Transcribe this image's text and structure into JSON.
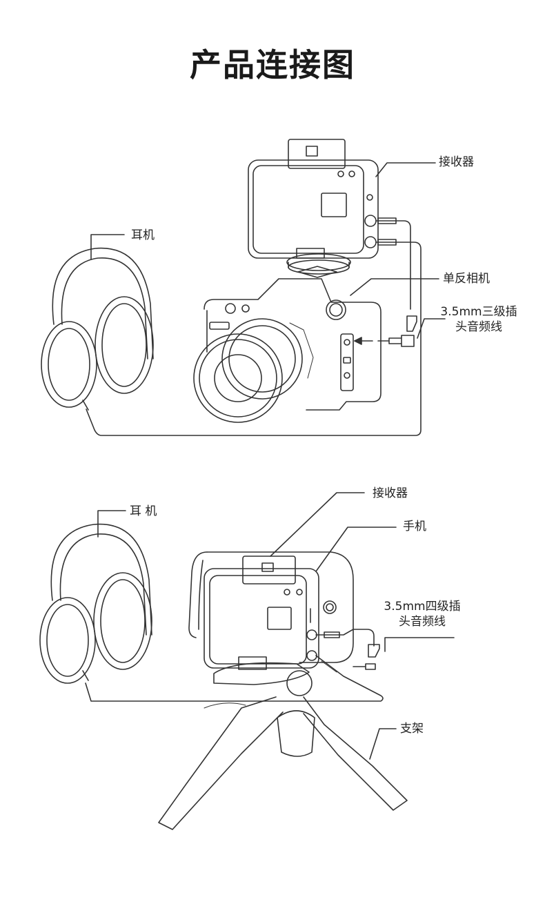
{
  "title": "产品连接图",
  "diagram1": {
    "labels": {
      "receiver": "接收器",
      "headphones": "耳机",
      "camera": "单反相机",
      "cable": "3.5mm三级插头音频线"
    }
  },
  "diagram2": {
    "labels": {
      "receiver": "接收器",
      "headphones": "耳 机",
      "phone": "手机",
      "cable": "3.5mm四级插头音频线",
      "stand": "支架"
    }
  }
}
